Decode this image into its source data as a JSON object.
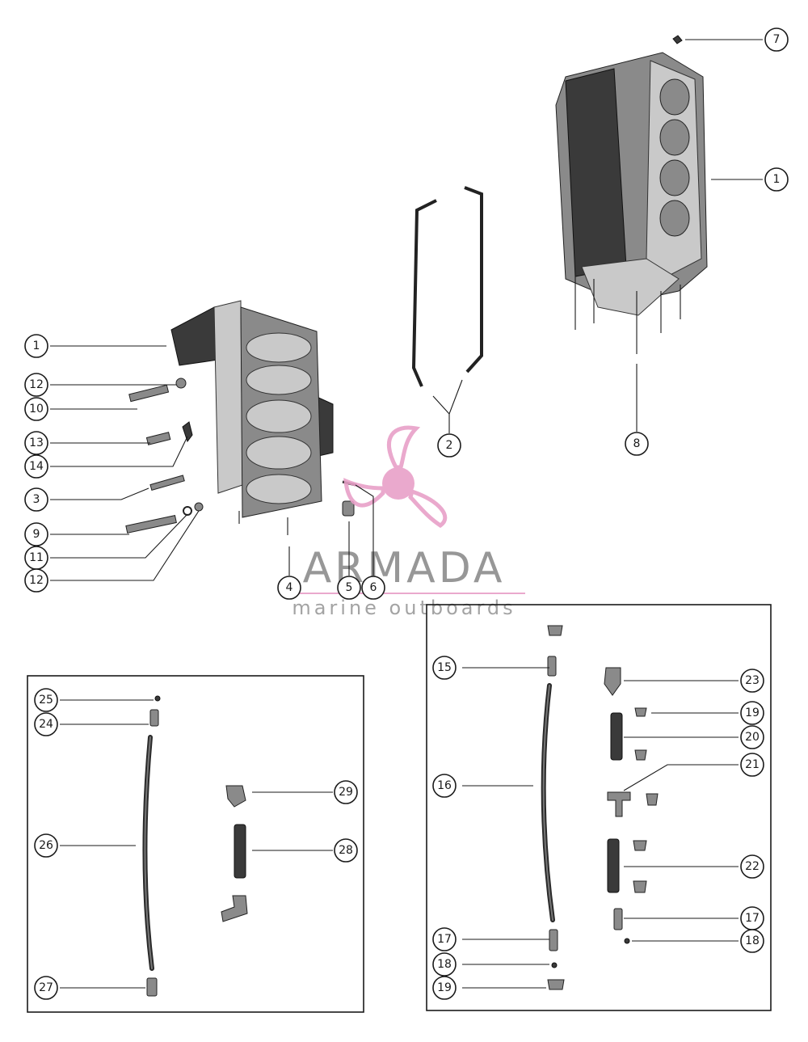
{
  "watermark": {
    "title": "ARMADA",
    "subtitle": "marine outboards",
    "logo_color": "#e8a0c8",
    "text_color": "#8c8c8c"
  },
  "callouts": {
    "c1a": "1",
    "c1b": "1",
    "c2": "2",
    "c3": "3",
    "c4": "4",
    "c5": "5",
    "c6": "6",
    "c7": "7",
    "c8": "8",
    "c9": "9",
    "c10": "10",
    "c11": "11",
    "c12a": "12",
    "c12b": "12",
    "c13": "13",
    "c14": "14",
    "c15": "15",
    "c16": "16",
    "c17a": "17",
    "c17b": "17",
    "c18a": "18",
    "c18b": "18",
    "c19a": "19",
    "c19b": "19",
    "c20": "20",
    "c21": "21",
    "c22": "22",
    "c23": "23",
    "c24": "24",
    "c25": "25",
    "c26": "26",
    "c27": "27",
    "c28": "28",
    "c29": "29"
  }
}
